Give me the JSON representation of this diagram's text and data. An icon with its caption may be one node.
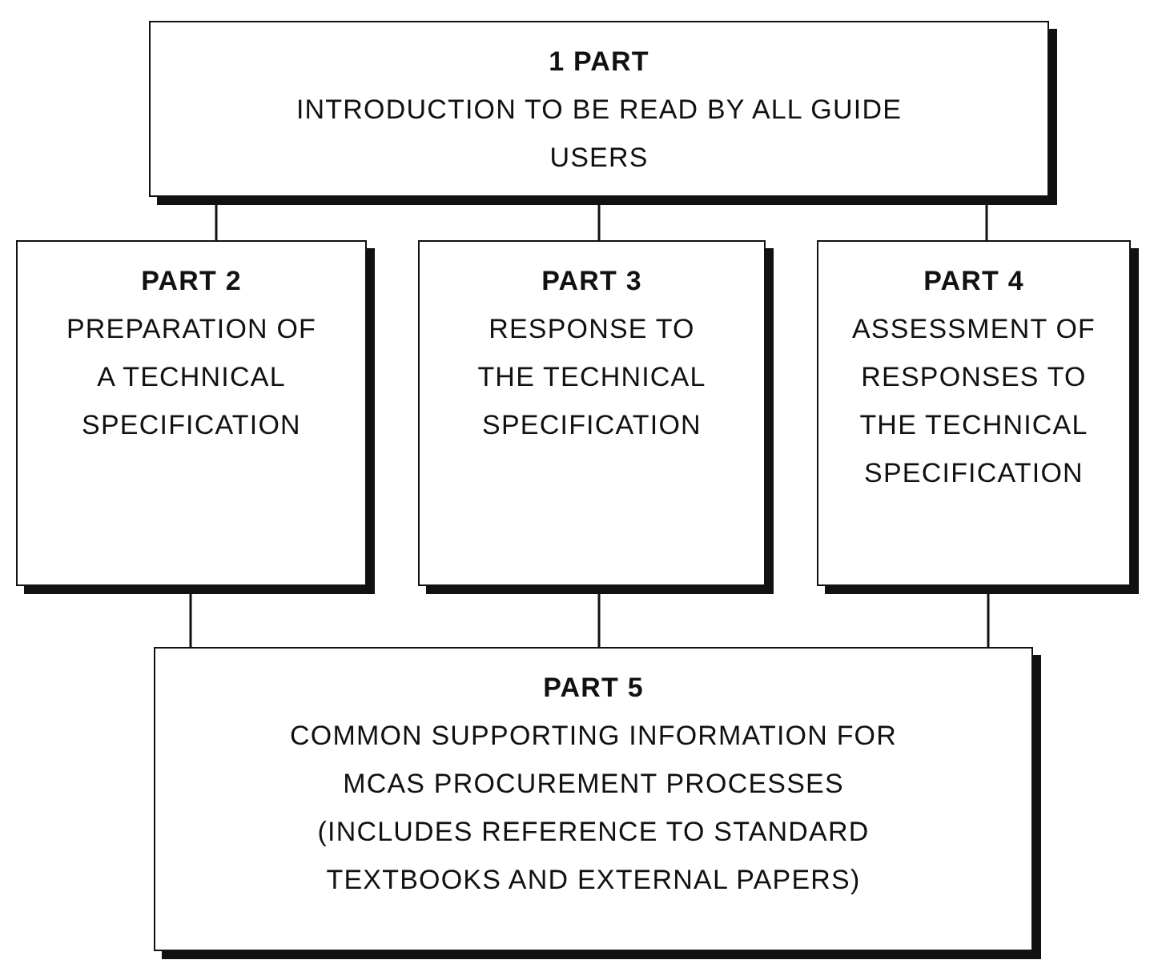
{
  "diagram": {
    "nodes": [
      {
        "text": [
          "1 PART",
          "INTRODUCTION TO BE READ BY ALL GUIDE USERS"
        ]
      },
      {
        "text": [
          "PART 2",
          "PREPARATION OF A TECHNICAL SPECIFICATION"
        ]
      },
      {
        "text": [
          "PART 3",
          "RESPONSE TO THE TECHNICAL SPECIFICATION"
        ]
      },
      {
        "text": [
          "PART 4",
          "ASSESSMENT OF RESPONSES TO THE TECHNICAL SPECIFICATION"
        ]
      },
      {
        "text": [
          "PART 5",
          "COMMON SUPPORTING INFORMATION FOR MCAS PROCUREMENT PROCESSES (INCLUDES REFERENCE TO STANDARD TEXTBOOKS AND EXTERNAL PAPERS)"
        ]
      }
    ],
    "edges": [
      {
        "from": 0,
        "to": 1,
        "arrow": "none"
      },
      {
        "from": 0,
        "to": 2,
        "arrow": "none"
      },
      {
        "from": 0,
        "to": 3,
        "arrow": "none"
      },
      {
        "from": 1,
        "to": 4,
        "arrow": "none"
      },
      {
        "from": 2,
        "to": 4,
        "arrow": "none"
      },
      {
        "from": 3,
        "to": 4,
        "arrow": "none"
      }
    ]
  }
}
